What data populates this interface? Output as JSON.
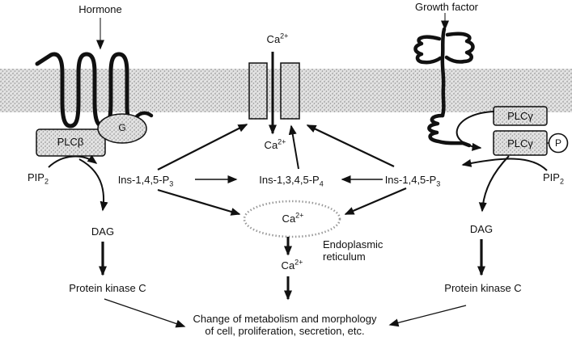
{
  "ligands": {
    "hormone": "Hormone",
    "growth_factor": "Growth factor"
  },
  "proteins": {
    "g_protein": "G",
    "plc_beta": "PLCβ",
    "plc_gamma_upper": "PLCγ",
    "plc_gamma_lower": "PLCγ",
    "phosphate": "P"
  },
  "molecules": {
    "ca_extracellular": {
      "base": "Ca",
      "sup": "2+"
    },
    "ca_intracellular": {
      "base": "Ca",
      "sup": "2+"
    },
    "ca_er": {
      "base": "Ca",
      "sup": "2+"
    },
    "ca_released": {
      "base": "Ca",
      "sup": "2+"
    },
    "pip2_left": {
      "base": "PIP",
      "sub": "2"
    },
    "pip2_right": {
      "base": "PIP",
      "sub": "2"
    },
    "ins145p3_left": {
      "base": "Ins-1,4,5-P",
      "sub": "3"
    },
    "ins1345p4": {
      "base": "Ins-1,3,4,5-P",
      "sub": "4"
    },
    "ins145p3_right": {
      "base": "Ins-1,4,5-P",
      "sub": "3"
    },
    "dag_left": "DAG",
    "dag_right": "DAG",
    "pkc_left": "Protein kinase C",
    "pkc_right": "Protein kinase C"
  },
  "organelles": {
    "er_line1": "Endoplasmic",
    "er_line2": "reticulum"
  },
  "outcome": {
    "line1": "Change of metabolism and morphology",
    "line2": "of cell, proliferation, secretion, etc."
  },
  "colors": {
    "ink": "#111111",
    "membrane_dot": "#8f8f8f",
    "membrane_base": "#e3e3e3",
    "er_outline": "#999999",
    "background": "#ffffff"
  }
}
